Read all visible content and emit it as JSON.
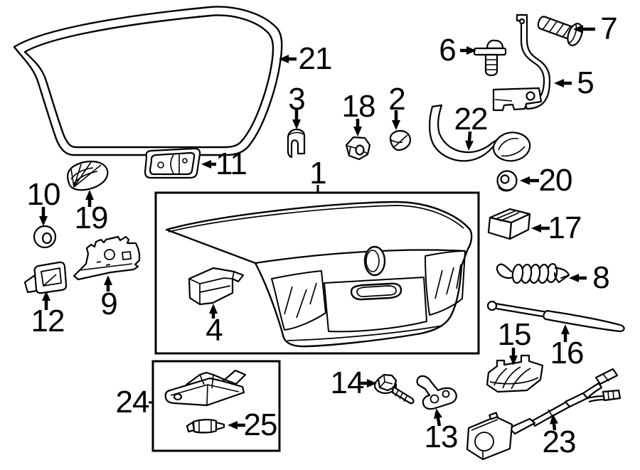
{
  "diagram": {
    "kind": "exploded-parts-diagram",
    "subject": "trunk-lid-and-components",
    "colors": {
      "ink": "#000000",
      "paper": "#ffffff"
    }
  },
  "callouts": [
    {
      "number": "1"
    },
    {
      "number": "2"
    },
    {
      "number": "3"
    },
    {
      "number": "4"
    },
    {
      "number": "5"
    },
    {
      "number": "6"
    },
    {
      "number": "7"
    },
    {
      "number": "8"
    },
    {
      "number": "9"
    },
    {
      "number": "10"
    },
    {
      "number": "11"
    },
    {
      "number": "12"
    },
    {
      "number": "13"
    },
    {
      "number": "14"
    },
    {
      "number": "15"
    },
    {
      "number": "16"
    },
    {
      "number": "17"
    },
    {
      "number": "18"
    },
    {
      "number": "19"
    },
    {
      "number": "20"
    },
    {
      "number": "21"
    },
    {
      "number": "22"
    },
    {
      "number": "23"
    },
    {
      "number": "24"
    },
    {
      "number": "25"
    }
  ]
}
